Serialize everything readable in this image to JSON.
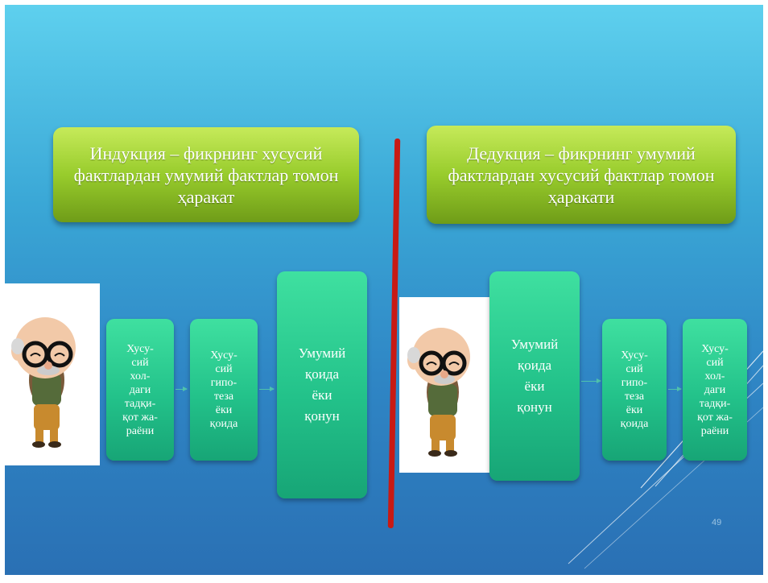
{
  "slide": {
    "page_number": "49",
    "left": {
      "title": "Индукция – фикрнинг хусусий фактлардан умумий фактлар томон ҳаракат",
      "steps": [
        "Хусу-\nсий\nхол-\nдаги\nтадқи-\nқот жа-\nраёни",
        "Хусу-\nсий\nгипо-\nтеза\nёки\nқоида",
        "Умумий\nқоида\nёки\nқонун"
      ],
      "illustration": "old-man-figure"
    },
    "right": {
      "title": "Дедукция – фикрнинг умумий фактлардан хусусий фактлар томон ҳаракати",
      "steps": [
        "Умумий\nқоида\nёки\nқонун",
        "Хусу-\nсий\nгипо-\nтеза\nёки\nқоида",
        "Хусу-\nсий\nхол-\nдаги\nтадқи-\nқот жа-\nраёни"
      ],
      "illustration": "old-man-figure"
    },
    "colors": {
      "background_top": "#5ed0ee",
      "background_bottom": "#2a70b4",
      "title_box": "#98cc2c",
      "step_box": "#23c28a",
      "divider": "#c81a14"
    }
  }
}
